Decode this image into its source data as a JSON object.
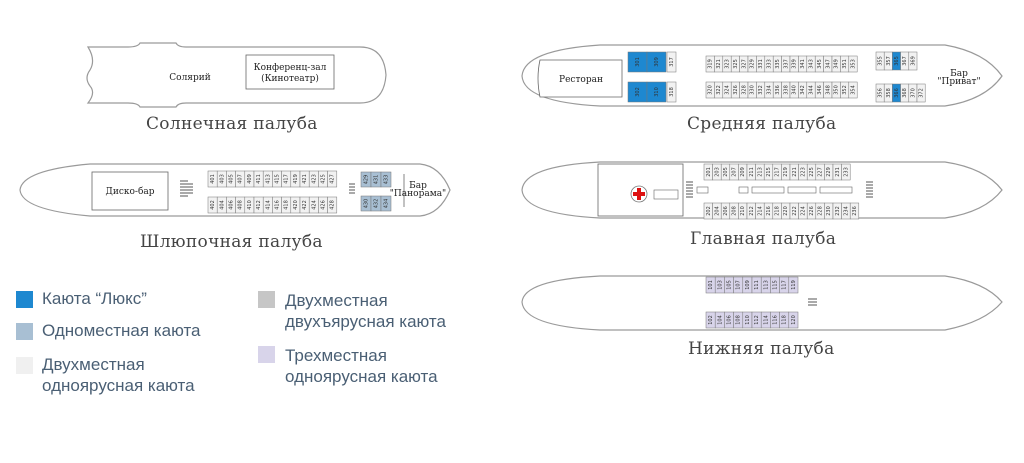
{
  "colors": {
    "lux": "#1e88d0",
    "single": "#a8bfd3",
    "double_single_tier": "#f2f2f2",
    "double_bunk": "#c6c6c6",
    "triple": "#d8d4ea",
    "hull": "#9a9a9a",
    "legend_text": "#4a5f74"
  },
  "decks": {
    "sun": {
      "title": "Солнечная палуба",
      "solarium": "Солярий",
      "conference_line1": "Конференц-зал",
      "conference_line2": "(Кинотеатр)"
    },
    "boat": {
      "title": "Шлюпочная палуба",
      "disco": "Диско-бар",
      "bar_line1": "Бар",
      "bar_line2": "\"Панорама\"",
      "top_row": [
        "401",
        "403",
        "405",
        "407",
        "409",
        "411",
        "413",
        "415",
        "417",
        "419",
        "421",
        "423",
        "425",
        "427"
      ],
      "bottom_row": [
        "402",
        "404",
        "406",
        "408",
        "410",
        "412",
        "414",
        "416",
        "418",
        "420",
        "422",
        "424",
        "426",
        "428"
      ],
      "singles_top": [
        "429",
        "431",
        "433"
      ],
      "singles_bottom": [
        "430",
        "432",
        "434"
      ]
    },
    "middle": {
      "title": "Средняя палуба",
      "restaurant": "Ресторан",
      "bar_line1": "Бар",
      "bar_line2": "\"Приват\"",
      "lux_top": [
        "301",
        "309"
      ],
      "lux_bottom": [
        "302",
        "310"
      ],
      "after_lux_top": "317",
      "after_lux_bottom": "318",
      "top_row": [
        "319",
        "321",
        "323",
        "325",
        "327",
        "329",
        "331",
        "333",
        "335",
        "337",
        "339",
        "341",
        "343",
        "345",
        "347",
        "349",
        "351",
        "353"
      ],
      "bottom_row": [
        "320",
        "322",
        "324",
        "326",
        "328",
        "330",
        "332",
        "334",
        "336",
        "338",
        "340",
        "342",
        "344",
        "346",
        "348",
        "350",
        "352",
        "354"
      ],
      "aft_top": [
        "355",
        "357",
        "365",
        "367",
        "369"
      ],
      "aft_bottom": [
        "356",
        "358",
        "366",
        "368",
        "370",
        "372"
      ]
    },
    "main": {
      "title": "Главная палуба",
      "top_row": [
        "201",
        "203",
        "205",
        "207",
        "209",
        "211",
        "213",
        "215",
        "217",
        "219",
        "221",
        "223",
        "225",
        "227",
        "229",
        "231",
        "233"
      ],
      "bottom_row": [
        "202",
        "204",
        "206",
        "208",
        "210",
        "212",
        "214",
        "216",
        "218",
        "220",
        "222",
        "224",
        "226",
        "228",
        "230",
        "232",
        "234",
        "236"
      ]
    },
    "lower": {
      "title": "Нижняя палуба",
      "top_row": [
        "101",
        "103",
        "105",
        "107",
        "109",
        "111",
        "113",
        "115",
        "117",
        "119"
      ],
      "bottom_row": [
        "102",
        "104",
        "106",
        "108",
        "110",
        "112",
        "114",
        "116",
        "118",
        "120"
      ]
    }
  },
  "legend": {
    "lux": "Каюта “Люкс”",
    "single": "Одноместная каюта",
    "double_single_tier_1": "Двухместная",
    "double_single_tier_2": "одноярусная каюта",
    "double_bunk_1": "Двухместная",
    "double_bunk_2": "двухъярусная каюта",
    "triple_1": "Трехместная",
    "triple_2": "одноярусная каюта"
  }
}
